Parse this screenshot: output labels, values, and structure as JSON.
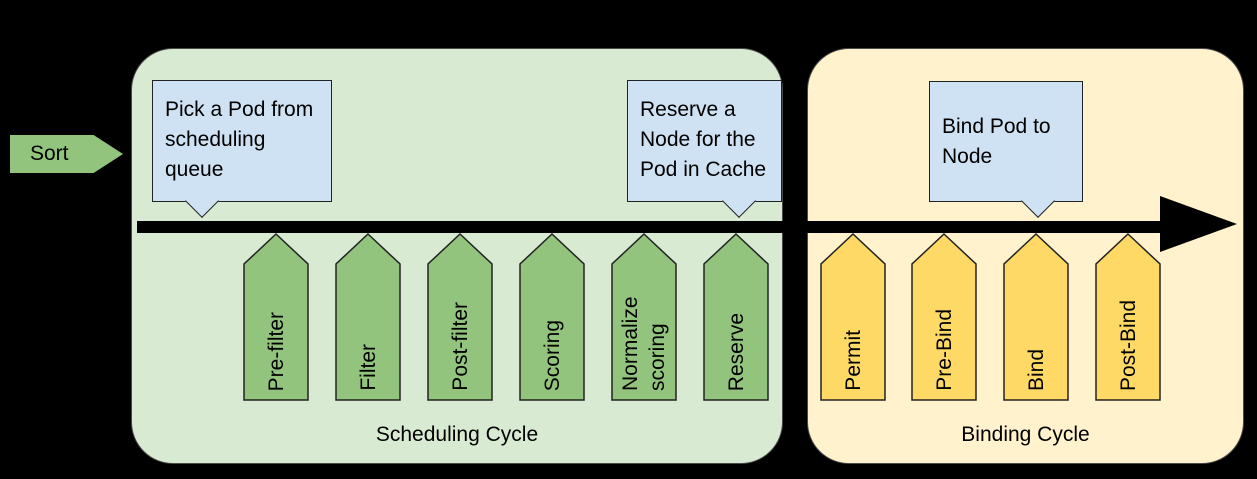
{
  "diagram": {
    "sort_label": "Sort",
    "scheduling_cycle": {
      "label": "Scheduling Cycle",
      "callout_pick_pod": "Pick a Pod from scheduling queue",
      "callout_reserve_node": "Reserve a Node for the Pod in Cache",
      "stages": [
        "Pre-filter",
        "Filter",
        "Post-filter",
        "Scoring",
        "Normalize scoring",
        "Reserve"
      ]
    },
    "binding_cycle": {
      "label": "Binding Cycle",
      "callout_bind_pod": "Bind Pod to Node",
      "stages": [
        "Permit",
        "Pre-Bind",
        "Bind",
        "Post-Bind"
      ]
    },
    "colors": {
      "canvas_bg": "#000000",
      "scheduling_bg": "#d9ead3",
      "binding_bg": "#fff2cc",
      "stage_green": "#93c47d",
      "stage_yellow": "#ffd966",
      "callout_bg": "#cfe2f3",
      "timeline_arrow": "#000000"
    }
  }
}
